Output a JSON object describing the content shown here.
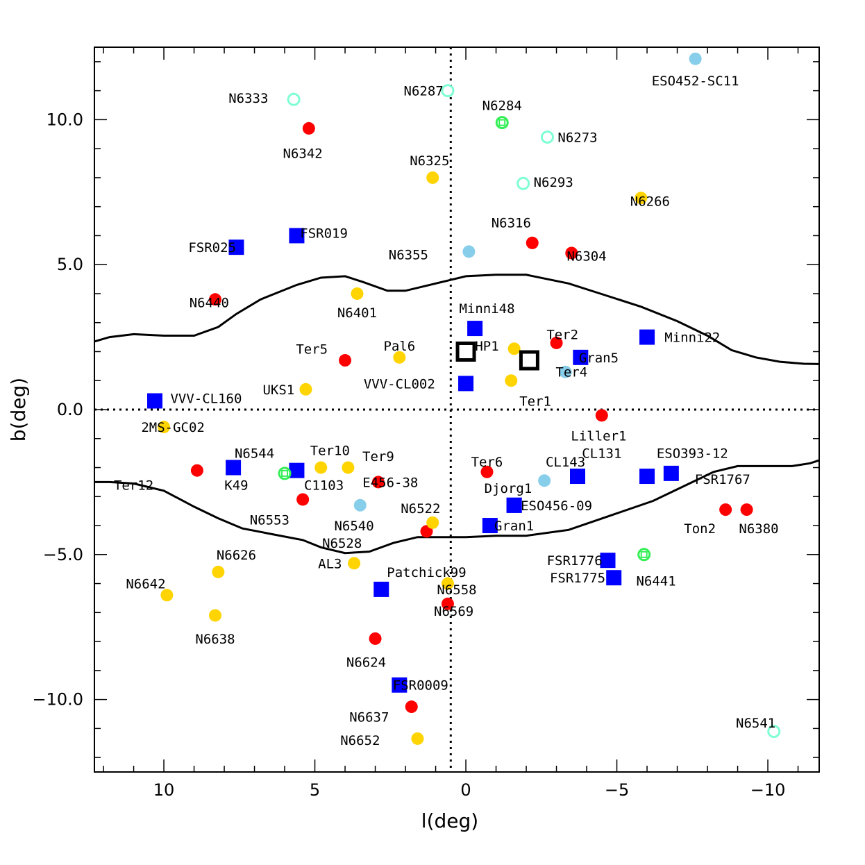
{
  "chart_data": {
    "type": "scatter",
    "title": "",
    "xlabel": "l(deg)",
    "ylabel": "b(deg)",
    "xlim": [
      12.3,
      -11.7
    ],
    "ylim": [
      -12.5,
      12.5
    ],
    "x_ticks": [
      {
        "value": 10,
        "label": "10"
      },
      {
        "value": 5,
        "label": "5"
      },
      {
        "value": 0,
        "label": "0"
      },
      {
        "value": -5,
        "label": "−5"
      },
      {
        "value": -10,
        "label": "−10"
      }
    ],
    "y_ticks": [
      {
        "value": 10,
        "label": "10.0"
      },
      {
        "value": 5,
        "label": "5.0"
      },
      {
        "value": 0,
        "label": "0.0"
      },
      {
        "value": -5,
        "label": "−5.0"
      },
      {
        "value": -10,
        "label": "−10.0"
      }
    ],
    "grid": false,
    "reference_lines": [
      {
        "axis": "x",
        "value": 0.5,
        "style": "dotted"
      },
      {
        "axis": "y",
        "value": 0.0,
        "style": "dotted"
      }
    ],
    "colors": {
      "red": "#ff0000",
      "yellow": "#ffd400",
      "lightblue": "#87ceeb",
      "blue": "#0000ff",
      "cyan": "#7fffd4",
      "green": "#33ee55",
      "black": "#000000"
    },
    "curves": [
      {
        "name": "upper",
        "points": [
          [
            12.3,
            2.35
          ],
          [
            11.8,
            2.5
          ],
          [
            11,
            2.6
          ],
          [
            10,
            2.55
          ],
          [
            9,
            2.55
          ],
          [
            8.2,
            2.85
          ],
          [
            7.6,
            3.3
          ],
          [
            6.8,
            3.8
          ],
          [
            5.6,
            4.3
          ],
          [
            4.8,
            4.55
          ],
          [
            4.0,
            4.6
          ],
          [
            3.4,
            4.4
          ],
          [
            2.6,
            4.1
          ],
          [
            2.0,
            4.1
          ],
          [
            1.2,
            4.3
          ],
          [
            0.6,
            4.45
          ],
          [
            0.0,
            4.6
          ],
          [
            -1.0,
            4.65
          ],
          [
            -2.0,
            4.65
          ],
          [
            -3.4,
            4.35
          ],
          [
            -4.6,
            3.95
          ],
          [
            -5.8,
            3.55
          ],
          [
            -7.0,
            3.05
          ],
          [
            -8.0,
            2.55
          ],
          [
            -8.8,
            2.05
          ],
          [
            -9.6,
            1.8
          ],
          [
            -10.4,
            1.65
          ],
          [
            -11.2,
            1.58
          ],
          [
            -11.7,
            1.57
          ]
        ]
      },
      {
        "name": "lower",
        "points": [
          [
            12.3,
            -2.5
          ],
          [
            11.8,
            -2.5
          ],
          [
            11,
            -2.55
          ],
          [
            10,
            -2.8
          ],
          [
            9,
            -3.35
          ],
          [
            8.2,
            -3.75
          ],
          [
            7.4,
            -4.1
          ],
          [
            6.4,
            -4.3
          ],
          [
            5.4,
            -4.5
          ],
          [
            4.8,
            -4.75
          ],
          [
            4.0,
            -4.95
          ],
          [
            3.2,
            -4.9
          ],
          [
            2.4,
            -4.6
          ],
          [
            1.6,
            -4.4
          ],
          [
            0.8,
            -4.4
          ],
          [
            0.0,
            -4.4
          ],
          [
            -1.0,
            -4.35
          ],
          [
            -2.0,
            -4.35
          ],
          [
            -3.4,
            -4.15
          ],
          [
            -4.8,
            -3.65
          ],
          [
            -6.2,
            -3.15
          ],
          [
            -7.4,
            -2.55
          ],
          [
            -8.2,
            -2.15
          ],
          [
            -9.0,
            -1.95
          ],
          [
            -9.8,
            -1.95
          ],
          [
            -10.8,
            -1.95
          ],
          [
            -11.4,
            -1.85
          ],
          [
            -11.7,
            -1.75
          ]
        ]
      }
    ],
    "series": [
      {
        "color": "red",
        "marker": "filled-circle",
        "points": [
          {
            "name": "N6342",
            "x": 5.2,
            "y": 9.7,
            "lx": 5.4,
            "ly": 8.85
          },
          {
            "name": "N6316",
            "x": -2.2,
            "y": 5.75,
            "lx": -1.5,
            "ly": 6.45
          },
          {
            "name": "N6304",
            "x": -3.5,
            "y": 5.4,
            "lx": -4.0,
            "ly": 5.3
          },
          {
            "name": "N6440",
            "x": 8.3,
            "y": 3.8,
            "lx": 8.5,
            "ly": 3.7
          },
          {
            "name": "Ter5",
            "x": 4.0,
            "y": 1.7,
            "lx": 5.1,
            "ly": 2.1
          },
          {
            "name": "Ter2",
            "x": -3.0,
            "y": 2.3,
            "lx": -3.2,
            "ly": 2.6
          },
          {
            "name": "Liller1",
            "x": -4.5,
            "y": -0.2,
            "lx": -4.4,
            "ly": -0.9
          },
          {
            "name": "Ter12",
            "x": 8.9,
            "y": -2.1,
            "lx": 11.0,
            "ly": -2.6
          },
          {
            "name": "N6553",
            "x": 5.4,
            "y": -3.1,
            "lx": 6.5,
            "ly": -3.8
          },
          {
            "name": "E456-38",
            "x": 2.9,
            "y": -2.5,
            "lx": 2.5,
            "ly": -2.5
          },
          {
            "name": "Ter6",
            "x": -0.7,
            "y": -2.15,
            "lx": -0.7,
            "ly": -1.8
          },
          {
            "name": "N6528",
            "x": 1.3,
            "y": -4.2,
            "lx": 4.1,
            "ly": -4.6
          },
          {
            "name": "N6569",
            "x": 0.6,
            "y": -6.7,
            "lx": 0.4,
            "ly": -6.95
          },
          {
            "name": "N6624",
            "x": 3.0,
            "y": -7.9,
            "lx": 3.3,
            "ly": -8.7
          },
          {
            "name": "N6637",
            "x": 1.8,
            "y": -10.25,
            "lx": 3.2,
            "ly": -10.6
          },
          {
            "name": "Ton2",
            "x": -8.6,
            "y": -3.45,
            "lx": -7.75,
            "ly": -4.1
          },
          {
            "name": "N6380",
            "x": -9.3,
            "y": -3.45,
            "lx": -9.7,
            "ly": -4.1
          }
        ]
      },
      {
        "color": "yellow",
        "marker": "filled-circle",
        "points": [
          {
            "name": "N6325",
            "x": 1.1,
            "y": 8.0,
            "lx": 1.2,
            "ly": 8.6
          },
          {
            "name": "N6266",
            "x": -5.8,
            "y": 7.3,
            "lx": -6.1,
            "ly": 7.2
          },
          {
            "name": "N6401",
            "x": 3.6,
            "y": 4.0,
            "lx": 3.6,
            "ly": 3.35
          },
          {
            "name": "Pal6",
            "x": 2.2,
            "y": 1.8,
            "lx": 2.2,
            "ly": 2.2
          },
          {
            "name": "HP1",
            "x": -1.6,
            "y": 2.1,
            "lx": -0.7,
            "ly": 2.2
          },
          {
            "name": "UKS1",
            "x": 5.3,
            "y": 0.7,
            "lx": 6.2,
            "ly": 0.7
          },
          {
            "name": "Ter1",
            "x": -1.5,
            "y": 1.0,
            "lx": -2.3,
            "ly": 0.3
          },
          {
            "name": "2MS-GC02",
            "x": 10.0,
            "y": -0.6,
            "lx": 9.7,
            "ly": -0.6
          },
          {
            "name": "Ter10",
            "x": 4.8,
            "y": -2.0,
            "lx": 4.5,
            "ly": -1.4
          },
          {
            "name": "Ter9",
            "x": 3.9,
            "y": -2.0,
            "lx": 2.9,
            "ly": -1.6
          },
          {
            "name": "N6522",
            "x": 1.1,
            "y": -3.9,
            "lx": 1.5,
            "ly": -3.4
          },
          {
            "name": "AL3",
            "x": 3.7,
            "y": -5.3,
            "lx": 4.5,
            "ly": -5.3
          },
          {
            "name": "N6558",
            "x": 0.6,
            "y": -6.0,
            "lx": 0.3,
            "ly": -6.2
          },
          {
            "name": "N6626",
            "x": 8.2,
            "y": -5.6,
            "lx": 7.6,
            "ly": -5.0
          },
          {
            "name": "N6642",
            "x": 9.9,
            "y": -6.4,
            "lx": 10.6,
            "ly": -6.0
          },
          {
            "name": "N6638",
            "x": 8.3,
            "y": -7.1,
            "lx": 8.3,
            "ly": -7.9
          },
          {
            "name": "N6652",
            "x": 1.6,
            "y": -11.35,
            "lx": 3.5,
            "ly": -11.4
          }
        ]
      },
      {
        "color": "lightblue",
        "marker": "filled-circle",
        "points": [
          {
            "name": "ESO452-SC11",
            "x": -7.6,
            "y": 12.1,
            "lx": -7.6,
            "ly": 11.35
          },
          {
            "name": "N6355",
            "x": -0.1,
            "y": 5.45,
            "lx": 1.9,
            "ly": 5.35
          },
          {
            "name": "Ter4",
            "x": -3.3,
            "y": 1.3,
            "lx": -3.5,
            "ly": 1.3
          },
          {
            "name": "CL143",
            "x": -2.6,
            "y": -2.45,
            "lx": -3.3,
            "ly": -1.8
          },
          {
            "name": "N6540",
            "x": 3.5,
            "y": -3.3,
            "lx": 3.7,
            "ly": -4.0
          }
        ]
      },
      {
        "color": "blue",
        "marker": "filled-square",
        "points": [
          {
            "name": "FSR025",
            "x": 7.6,
            "y": 5.6,
            "lx": 8.4,
            "ly": 5.6
          },
          {
            "name": "FSR019",
            "x": 5.6,
            "y": 6.0,
            "lx": 4.7,
            "ly": 6.1
          },
          {
            "name": "Minni48",
            "x": -0.3,
            "y": 2.8,
            "lx": -0.7,
            "ly": 3.5
          },
          {
            "name": "Minni22",
            "x": -6.0,
            "y": 2.5,
            "lx": -7.5,
            "ly": 2.5
          },
          {
            "name": "Gran5",
            "x": -3.8,
            "y": 1.8,
            "lx": -4.4,
            "ly": 1.8
          },
          {
            "name": "VVV-CL002",
            "x": 0.0,
            "y": 0.9,
            "lx": 2.2,
            "ly": 0.9
          },
          {
            "name": "VVV-CL160",
            "x": 10.3,
            "y": 0.3,
            "lx": 8.6,
            "ly": 0.4
          },
          {
            "name": "K49",
            "x": 7.7,
            "y": -2.0,
            "lx": 7.6,
            "ly": -2.6
          },
          {
            "name": "C1103",
            "x": 5.6,
            "y": -2.1,
            "lx": 4.7,
            "ly": -2.6
          },
          {
            "name": "Djorg1",
            "x": -1.6,
            "y": -3.3,
            "lx": -1.4,
            "ly": -2.7
          },
          {
            "name": "ESO456-09",
            "x": -1.6,
            "y": -3.3,
            "lx": -3.0,
            "ly": -3.3
          },
          {
            "name": "Gran1",
            "x": -0.8,
            "y": -4.0,
            "lx": -1.6,
            "ly": -4.0
          },
          {
            "name": "CL131",
            "x": -3.7,
            "y": -2.3,
            "lx": -4.5,
            "ly": -1.5
          },
          {
            "name": "ESO393-12",
            "x": -6.0,
            "y": -2.3,
            "lx": -7.5,
            "ly": -1.5
          },
          {
            "name": "FSR1767",
            "x": -6.8,
            "y": -2.2,
            "lx": -8.5,
            "ly": -2.4
          },
          {
            "name": "FSR1776",
            "x": -4.7,
            "y": -5.2,
            "lx": -3.6,
            "ly": -5.2
          },
          {
            "name": "FSR1775",
            "x": -4.9,
            "y": -5.8,
            "lx": -3.7,
            "ly": -5.8
          },
          {
            "name": "Patchick99",
            "x": 2.8,
            "y": -6.2,
            "lx": 1.3,
            "ly": -5.6
          },
          {
            "name": "FSR0009",
            "x": 2.2,
            "y": -9.5,
            "lx": 1.5,
            "ly": -9.5
          }
        ]
      },
      {
        "color": "cyan",
        "marker": "open-circle",
        "points": [
          {
            "name": "N6333",
            "x": 5.7,
            "y": 10.7,
            "lx": 7.2,
            "ly": 10.75
          },
          {
            "name": "N6287",
            "x": 0.6,
            "y": 11.0,
            "lx": 1.4,
            "ly": 11.0
          },
          {
            "name": "N6273",
            "x": -2.7,
            "y": 9.4,
            "lx": -3.7,
            "ly": 9.4
          },
          {
            "name": "N6293",
            "x": -1.9,
            "y": 7.8,
            "lx": -2.9,
            "ly": 7.85
          },
          {
            "name": "N6541",
            "x": -10.2,
            "y": -11.1,
            "lx": -9.6,
            "ly": -10.8
          }
        ]
      },
      {
        "color": "green",
        "marker": "green-ring-square",
        "points": [
          {
            "name": "N6284",
            "x": -1.2,
            "y": 9.9,
            "lx": -1.2,
            "ly": 10.5
          },
          {
            "name": "N6544",
            "x": 6.0,
            "y": -2.2,
            "lx": 7.0,
            "ly": -1.5
          },
          {
            "name": "N6441",
            "x": -5.9,
            "y": -5.0,
            "lx": -6.3,
            "ly": -5.9
          }
        ]
      },
      {
        "color": "black",
        "marker": "open-square",
        "points": [
          {
            "name": "",
            "x": 0.0,
            "y": 2.0
          },
          {
            "name": "",
            "x": -2.1,
            "y": 1.7
          }
        ]
      }
    ]
  }
}
